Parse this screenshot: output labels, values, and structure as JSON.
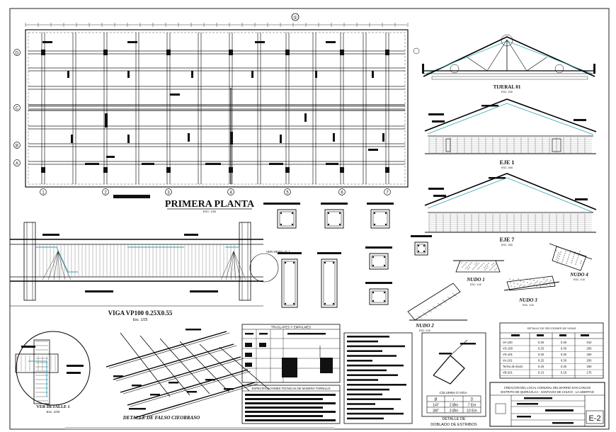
{
  "sheet": {
    "grid_axis_top": "①",
    "grid_axes_bottom": [
      "1",
      "2",
      "3",
      "4",
      "5",
      "6",
      "7"
    ],
    "grid_axes_left": [
      "D",
      "C",
      "B",
      "A"
    ]
  },
  "views": {
    "plan": {
      "title": "PRIMERA PLANTA",
      "scale": "ESC: 1/50"
    },
    "tijeral": {
      "title": "TIJERAL 01",
      "scale": "ESC: 1/30"
    },
    "eje1": {
      "title": "EJE 1",
      "scale": "ESC: 1/50"
    },
    "eje7": {
      "title": "EJE 7",
      "scale": "ESC: 1/50"
    },
    "viga": {
      "title": "VIGA VP100 0.25X0.55",
      "scale": "Esc. 1/25",
      "callout": "VER DETALLE 1"
    },
    "detalle1": {
      "title": "VER DETALLE 1",
      "scale": "Esc. 1/20"
    },
    "falso": {
      "title": "DETALLE DE FALSO CIEORRASO"
    },
    "nudo1": {
      "title": "NUDO 1",
      "scale": "ESC: 1/10"
    },
    "nudo2": {
      "title": "NUDO 2",
      "scale": "ESC: 1/10"
    },
    "nudo3": {
      "title": "NUDO 3",
      "scale": "ESC: 1/10"
    },
    "nudo4": {
      "title": "NUDO 4",
      "scale": "ESC: 1/10"
    },
    "columna_viga": {
      "label": "COLUMNA O VIGA"
    },
    "estribos": {
      "title_line1": "DETALLE DE",
      "title_line2": "DOBLADO DE ESTRIBOS"
    }
  },
  "tables": {
    "traslapes": {
      "title": "TRASLAPES Y EMPALMES"
    },
    "madera": {
      "title": "ESPECIFICACIONES TECNICAS DE MADERA TORNILLO"
    },
    "doblado": {
      "headers": [
        "Ø",
        "r",
        "D"
      ],
      "rows": [
        [
          "1/4\"",
          "2 Øm",
          "7 Em"
        ],
        [
          "3/8\"",
          "3 Øm",
          "10 Em"
        ]
      ]
    },
    "secciones": {
      "title": "DETALLE DE SECCIONES DE VIGAS",
      "rows": [
        [
          "VA-100",
          "0.25",
          "0.30",
          "010"
        ],
        [
          "VS-100",
          "0.25",
          "0.30",
          "250"
        ],
        [
          "VS-101",
          "0.25",
          "0.30",
          "250"
        ],
        [
          "VA-101",
          "0.25",
          "0.30",
          "250"
        ],
        [
          "Techo de ducto",
          "0.25",
          "0.30",
          "250"
        ],
        [
          "VB-201",
          "0.13",
          "0.15",
          "175"
        ]
      ]
    }
  },
  "title_block": {
    "project_line1": "CREACION DEL LOCAL COMUNAL DEL BARRIO SAN CARLOS",
    "project_line2": "DISTRITO DE QUIRUVILCA - SANTIAGO DE CHUCO - LA LIBERTAD",
    "sheet_number": "E-2"
  }
}
